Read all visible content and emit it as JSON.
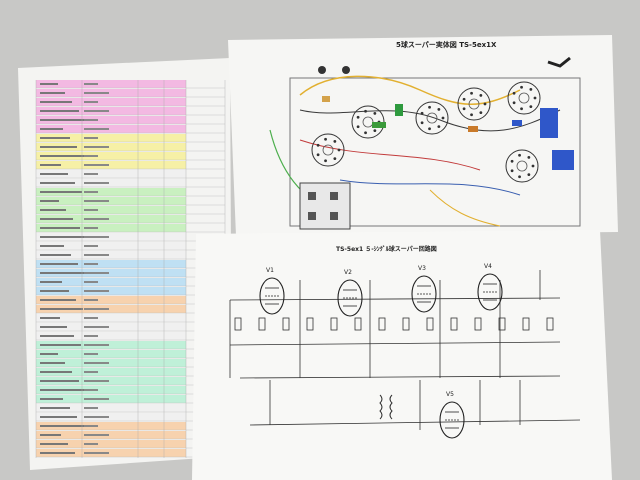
{
  "photo": {
    "subject": "Three printed sheets on a gray table",
    "background_color": "#c9c9c7"
  },
  "sheets": {
    "parts_list": {
      "title": "",
      "row_colors": [
        "#f3b9e2",
        "#f6f0a6",
        "#c9f0c0",
        "#f0f0f0",
        "#bfe0f3",
        "#f7d2ae",
        "#bff0d8",
        "#f5f5f5"
      ]
    },
    "wiring_diagram": {
      "title": "5球スーパー実体図 TS-5ex1X"
    },
    "schematic": {
      "title": "TS-5ex1 ５-ｼﾝｸﾞﾙ球スーパー回路図",
      "tube_labels": [
        "V1",
        "V2",
        "V3",
        "V4",
        "V5"
      ]
    }
  }
}
